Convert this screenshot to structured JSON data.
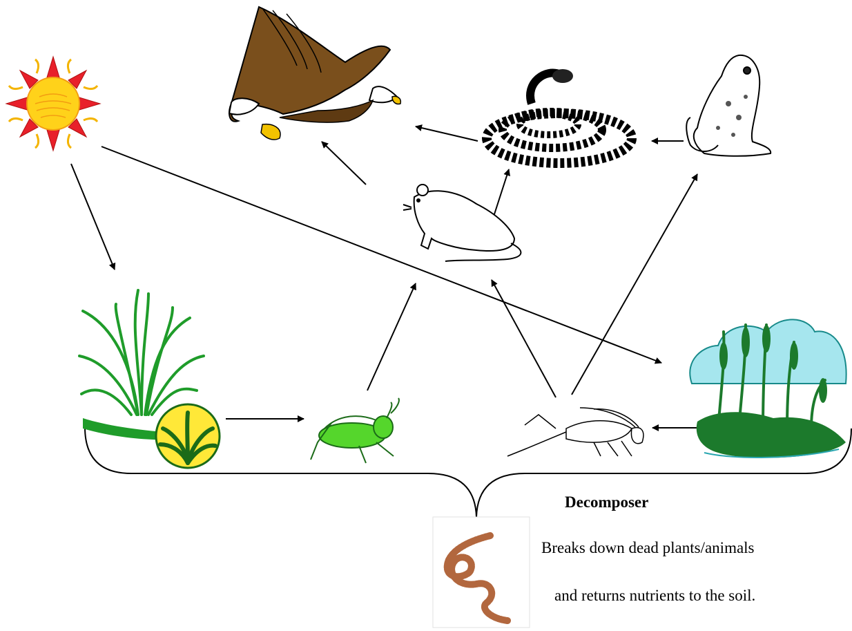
{
  "organisms": [
    {
      "id": "sun",
      "icon": "sun-icon"
    },
    {
      "id": "eagle",
      "icon": "eagle-icon"
    },
    {
      "id": "snake",
      "icon": "snake-icon"
    },
    {
      "id": "frog",
      "icon": "frog-icon"
    },
    {
      "id": "mouse",
      "icon": "mouse-icon"
    },
    {
      "id": "grass",
      "icon": "grass-icon"
    },
    {
      "id": "grasshopper",
      "icon": "grasshopper-icon"
    },
    {
      "id": "cricket",
      "icon": "cricket-icon"
    },
    {
      "id": "cattails",
      "icon": "cattail-icon"
    },
    {
      "id": "earthworm",
      "icon": "earthworm-icon"
    }
  ],
  "links": [
    {
      "from": "sun",
      "to": "grass"
    },
    {
      "from": "sun",
      "to": "cattails"
    },
    {
      "from": "grass",
      "to": "grasshopper"
    },
    {
      "from": "cattails",
      "to": "cricket"
    },
    {
      "from": "grasshopper",
      "to": "mouse"
    },
    {
      "from": "cricket",
      "to": "mouse"
    },
    {
      "from": "cricket",
      "to": "frog"
    },
    {
      "from": "mouse",
      "to": "snake"
    },
    {
      "from": "mouse",
      "to": "eagle"
    },
    {
      "from": "frog",
      "to": "snake"
    },
    {
      "from": "snake",
      "to": "eagle"
    }
  ],
  "decomposer": {
    "title": "Decomposer",
    "line1": "Breaks down dead plants/animals",
    "line2": "and returns nutrients to the soil."
  },
  "colors": {
    "sun_rays": "#e8202a",
    "sun_core": "#ffd21a",
    "eagle_body": "#7a4f1c",
    "eagle_beak": "#f2c200",
    "grass": "#1f9c2a",
    "grasshopper": "#55d62c",
    "cattail_bg": "#a6e6ee",
    "cattail_plant": "#1c7a2c",
    "worm": "#b2673e"
  }
}
